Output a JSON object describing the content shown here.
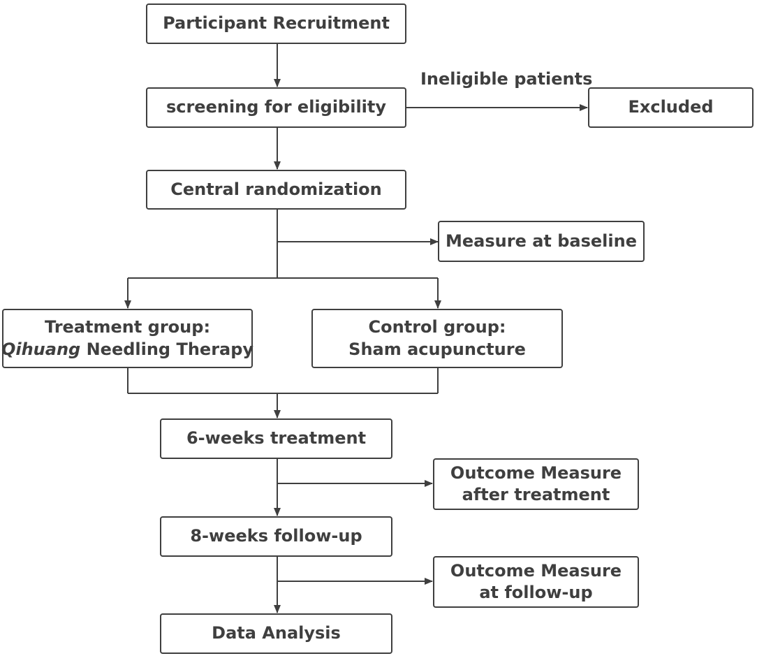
{
  "flowchart": {
    "recruitment": "Participant Recruitment",
    "screening": "screening for eligibility",
    "ineligible_label": "Ineligible patients",
    "excluded": "Excluded",
    "randomization": "Central randomization",
    "baseline": "Measure at baseline",
    "treatment_group": {
      "line1": "Treatment group:",
      "line2_italic": "Qihuang",
      "line2_rest": " Needling Therapy"
    },
    "control_group": {
      "line1": "Control group:",
      "line2": "Sham acupuncture"
    },
    "treatment_6w": "6-weeks treatment",
    "outcome_after": {
      "line1": "Outcome Measure",
      "line2": "after treatment"
    },
    "followup_8w": "8-weeks follow-up",
    "outcome_followup": {
      "line1": "Outcome Measure",
      "line2": "at follow-up"
    },
    "analysis": "Data Analysis"
  }
}
